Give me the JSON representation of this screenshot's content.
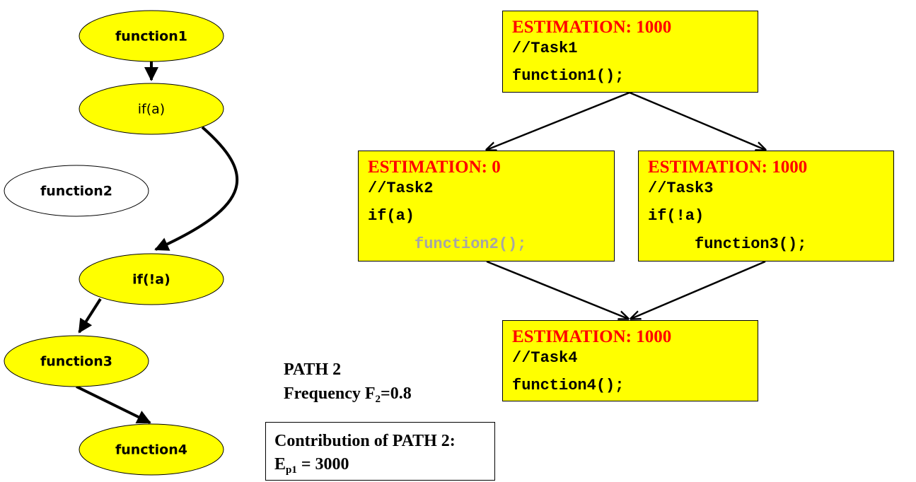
{
  "flow": {
    "nodes": [
      {
        "id": "function1",
        "label": "function1",
        "fill": "#ffff00",
        "bold": true
      },
      {
        "id": "if-a",
        "label": "if(a)",
        "fill": "#ffff00",
        "bold": false
      },
      {
        "id": "function2",
        "label": "function2",
        "fill": "#ffffff",
        "bold": true
      },
      {
        "id": "if-not-a",
        "label": "if(!a)",
        "fill": "#ffff00",
        "bold": true
      },
      {
        "id": "function3",
        "label": "function3",
        "fill": "#ffff00",
        "bold": true
      },
      {
        "id": "function4",
        "label": "function4",
        "fill": "#ffff00",
        "bold": true
      }
    ]
  },
  "tasks": [
    {
      "estimation": "ESTIMATION: 1000",
      "comment": "//Task1",
      "line1": "function1();",
      "line2": ""
    },
    {
      "estimation": "ESTIMATION: 0",
      "comment": "//Task2",
      "line1": "if(a)",
      "line2": "function2();"
    },
    {
      "estimation": "ESTIMATION: 1000",
      "comment": "//Task3",
      "line1": "if(!a)",
      "line2": "function3();"
    },
    {
      "estimation": "ESTIMATION: 1000",
      "comment": "//Task4",
      "line1": "function4();",
      "line2": ""
    }
  ],
  "path": {
    "title": "PATH 2",
    "frequency_prefix": "Frequency F",
    "frequency_sub": "2",
    "frequency_value": "=0.8"
  },
  "contribution": {
    "line1": "Contribution of PATH 2:",
    "symbol": "E",
    "symbol_sub": "p1",
    "value": " = 3000"
  },
  "colors": {
    "box_fill": "#ffff00",
    "estimation_text": "#ff0000",
    "inactive_code": "#a6a6a6"
  }
}
